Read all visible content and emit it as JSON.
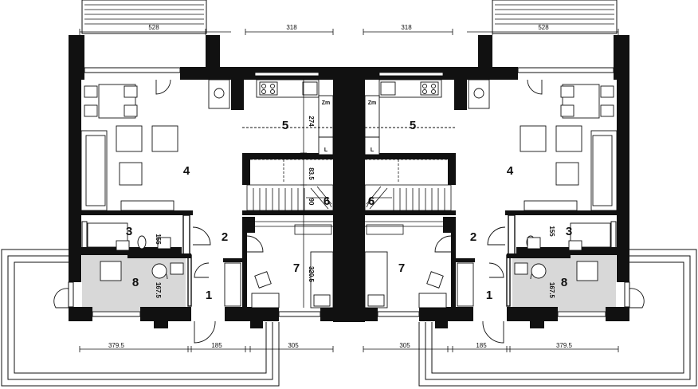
{
  "rooms": {
    "left": {
      "r1": "1",
      "r2": "2",
      "r3": "3",
      "r4": "4",
      "r5": "5",
      "r6": "6",
      "r7": "7",
      "r8": "8"
    },
    "right": {
      "r1": "1",
      "r2": "2",
      "r3": "3",
      "r4": "4",
      "r5": "5",
      "r6": "6",
      "r7": "7",
      "r8": "8"
    }
  },
  "dimensions": {
    "top_left_528": "528",
    "top_left_318": "318",
    "top_right_318": "318",
    "top_right_528": "528",
    "bottom_left_3795": "379.5",
    "bottom_left_185": "185",
    "bottom_left_305": "305",
    "bottom_right_305": "305",
    "bottom_right_185": "185",
    "bottom_right_3795": "379.5",
    "v_274": "274",
    "v_835": "83.5",
    "v_90": "90",
    "v_3205": "320.5",
    "v_155_left": "155",
    "v_1675_left": "167.5",
    "v_155_right": "155",
    "v_1675_right": "167.5"
  },
  "appliance_labels": {
    "zm_left": "Zm",
    "l_left": "L",
    "zm_right": "Zm",
    "l_right": "L"
  }
}
